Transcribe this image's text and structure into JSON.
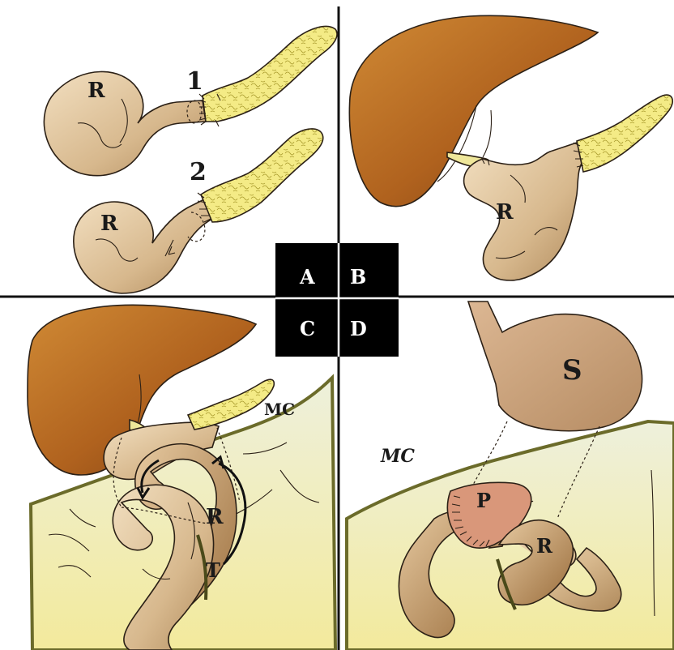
{
  "panels": {
    "A": {
      "steps": [
        "1",
        "2"
      ],
      "intestine_label": "R"
    },
    "B": {
      "intestine_label": "R"
    },
    "C": {
      "intestine_label": "R",
      "tube_label": "T",
      "mesocolon_label": "MC"
    },
    "D": {
      "stomach_label": "S",
      "pancreas_label": "P",
      "intestine_label": "R",
      "mesocolon_label": "MC"
    }
  },
  "key": {
    "tl": "A",
    "tr": "B",
    "bl": "C",
    "br": "D"
  },
  "colors": {
    "intestine": "#d2b48c",
    "pancreas": "#f3e98a",
    "liver": "#b5651d",
    "mesocolon_fill": "#f1ecc0",
    "mesocolon_border": "#6b6b2a",
    "stomach": "#c9a27e",
    "pancreas_stump": "#d9977a",
    "key_box": "#000000"
  }
}
